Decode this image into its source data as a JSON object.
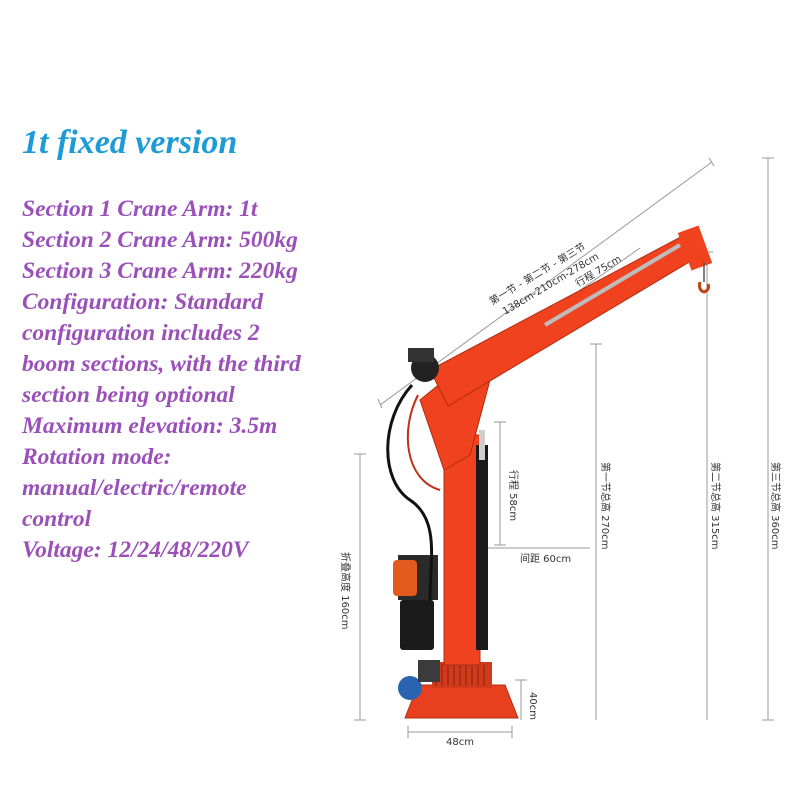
{
  "title": "1t fixed version",
  "specs": [
    "Section 1 Crane Arm: 1t",
    "Section 2 Crane Arm: 500kg",
    "Section 3 Crane Arm: 220kg",
    "Configuration: Standard",
    "configuration includes 2",
    "boom sections, with the third",
    "section being optional",
    "Maximum elevation: 3.5m",
    "Rotation mode:",
    "manual/electric/remote",
    "control",
    "Voltage: 12/24/48/220V"
  ],
  "dimensions": {
    "boom_sections_label": "第一节 - 第二节 - 第三节",
    "boom_lengths": "138cm-210cm-278cm",
    "boom_stroke": "行程 75cm",
    "cylinder_stroke": "行程 58cm",
    "folded_height": "折叠高度 160cm",
    "spacing": "间距 60cm",
    "section1_total_height": "第一节总高 270cm",
    "section2_total_height": "第二节总高 315cm",
    "section3_total_height": "第三节总高 360cm",
    "base_height": "40cm",
    "base_width": "48cm"
  },
  "colors": {
    "title": "#1d9bd6",
    "specs": "#9a50b8",
    "crane": "#f0421f"
  }
}
